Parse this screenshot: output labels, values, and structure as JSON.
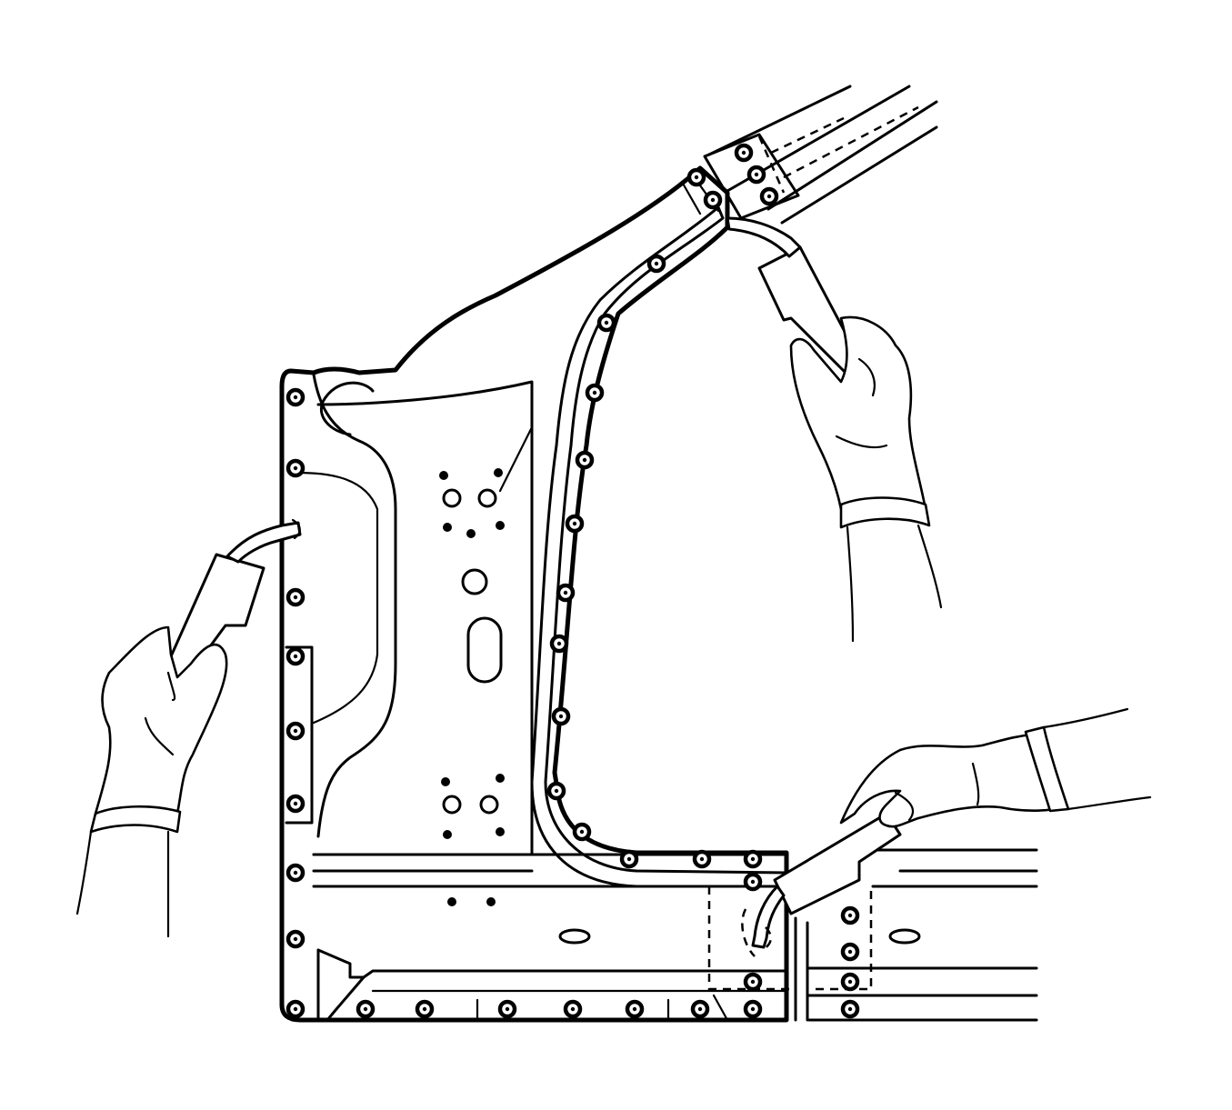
{
  "diagram": {
    "subject": "door-frame-welding",
    "colors": {
      "ink": "#000000",
      "paper": "#ffffff",
      "dot_shade": "#000000"
    },
    "weld_spots": 42,
    "hands": 3,
    "welding_guns": 3
  }
}
